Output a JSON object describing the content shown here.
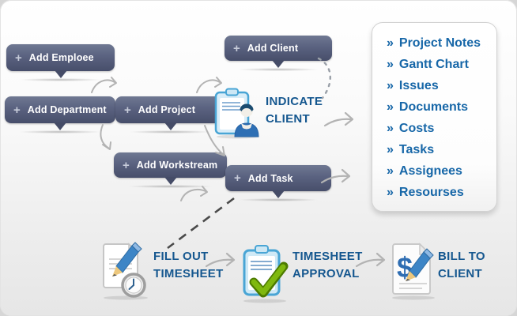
{
  "theme": {
    "accent_text_blue": "#15578f",
    "panel_link_blue": "#1767a8",
    "button_color_top": "#6d7590",
    "button_color_bottom": "#474e6a",
    "arrow_gray": "#b3b3b3",
    "dashed_dark": "#4a4a4a",
    "check_green": "#7fb80e",
    "icon_blue": "#49a5d5"
  },
  "buttons": [
    {
      "plus": "+",
      "label": "Add Emploee"
    },
    {
      "plus": "+",
      "label": "Add Department"
    },
    {
      "plus": "+",
      "label": "Add Project"
    },
    {
      "plus": "+",
      "label": "Add Workstream"
    },
    {
      "plus": "+",
      "label": "Add Client"
    },
    {
      "plus": "+",
      "label": "Add Task"
    }
  ],
  "milestones": {
    "indicate_client": {
      "line1": "INDICATE",
      "line2": "CLIENT",
      "icon": "clipboard-person-icon"
    },
    "fill_out_timesheet": {
      "line1": "FILL OUT",
      "line2": "TIMESHEET",
      "icon": "document-pencil-clock-icon"
    },
    "timesheet_approval": {
      "line1": "TIMESHEET",
      "line2": "APPROVAL",
      "icon": "clipboard-checkmark-icon"
    },
    "bill_to_client": {
      "line1": "BILL TO",
      "line2": "CLIENT",
      "icon": "dollar-document-pencil-icon",
      "dollar_glyph": "$"
    }
  },
  "panel": {
    "items": [
      {
        "bullet": "»",
        "label": "Project Notes"
      },
      {
        "bullet": "»",
        "label": "Gantt Chart"
      },
      {
        "bullet": "»",
        "label": "Issues"
      },
      {
        "bullet": "»",
        "label": "Documents"
      },
      {
        "bullet": "»",
        "label": "Costs"
      },
      {
        "bullet": "»",
        "label": "Tasks"
      },
      {
        "bullet": "»",
        "label": "Assignees"
      },
      {
        "bullet": "»",
        "label": "Resourses"
      }
    ]
  }
}
